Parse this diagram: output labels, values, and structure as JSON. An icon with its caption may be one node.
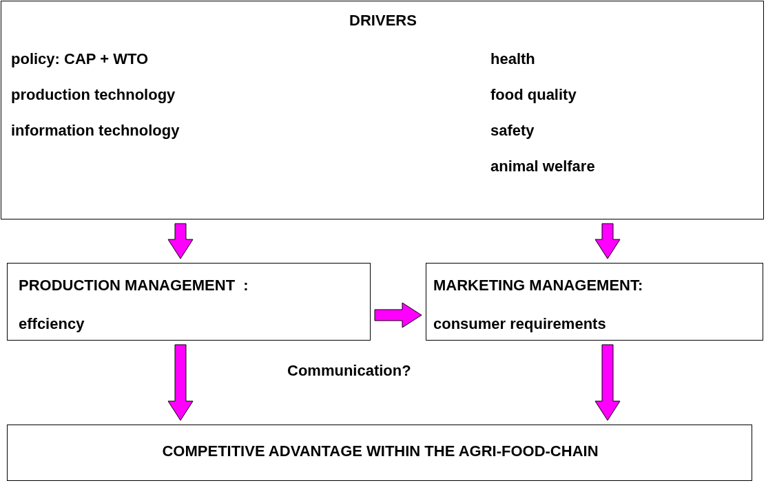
{
  "diagram": {
    "nodes": [
      {
        "text": [
          "DRIVERS",
          "policy: CAP + WTO",
          "production technology",
          "information technology",
          "health",
          "food quality",
          "safety",
          "animal welfare"
        ]
      },
      {
        "text": [
          "PRODUCTION MANAGEMENT  :",
          "effciency"
        ]
      },
      {
        "text": [
          "MARKETING MANAGEMENT:",
          "consumer requirements"
        ]
      },
      {
        "text": [
          "COMPETITIVE ADVANTAGE WITHIN THE AGRI-FOOD-CHAIN"
        ]
      }
    ],
    "edges": [
      {
        "from": 0,
        "to": 1,
        "arrow": "to"
      },
      {
        "from": 0,
        "to": 2,
        "arrow": "to"
      },
      {
        "from": 1,
        "to": 2,
        "arrow": "to"
      },
      {
        "from": 1,
        "to": 3,
        "arrow": "to"
      },
      {
        "from": 2,
        "to": 3,
        "arrow": "to"
      }
    ],
    "labels": [
      "Communication?"
    ]
  }
}
